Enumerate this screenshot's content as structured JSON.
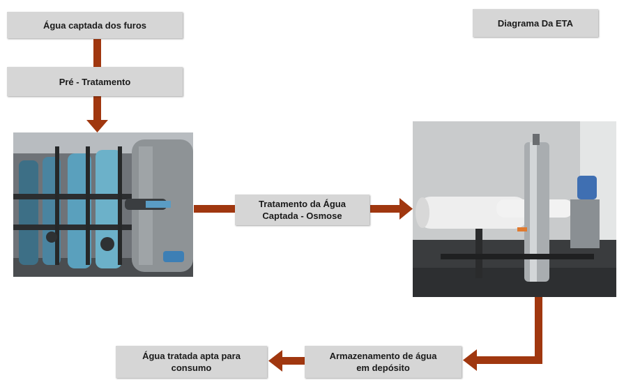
{
  "title": "Diagrama Da ETA",
  "steps": {
    "captacao": "Água captada dos furos",
    "pre_tratamento": "Pré - Tratamento",
    "tratamento": [
      "Tratamento da Água",
      "Captada - Osmose"
    ],
    "armazenamento": [
      "Armazenamento de água",
      "em depósito"
    ],
    "agua_tratada": [
      "Água tratada apta para",
      "consumo"
    ]
  },
  "colors": {
    "arrow": "#a0370f",
    "box": "#d6d6d6"
  }
}
